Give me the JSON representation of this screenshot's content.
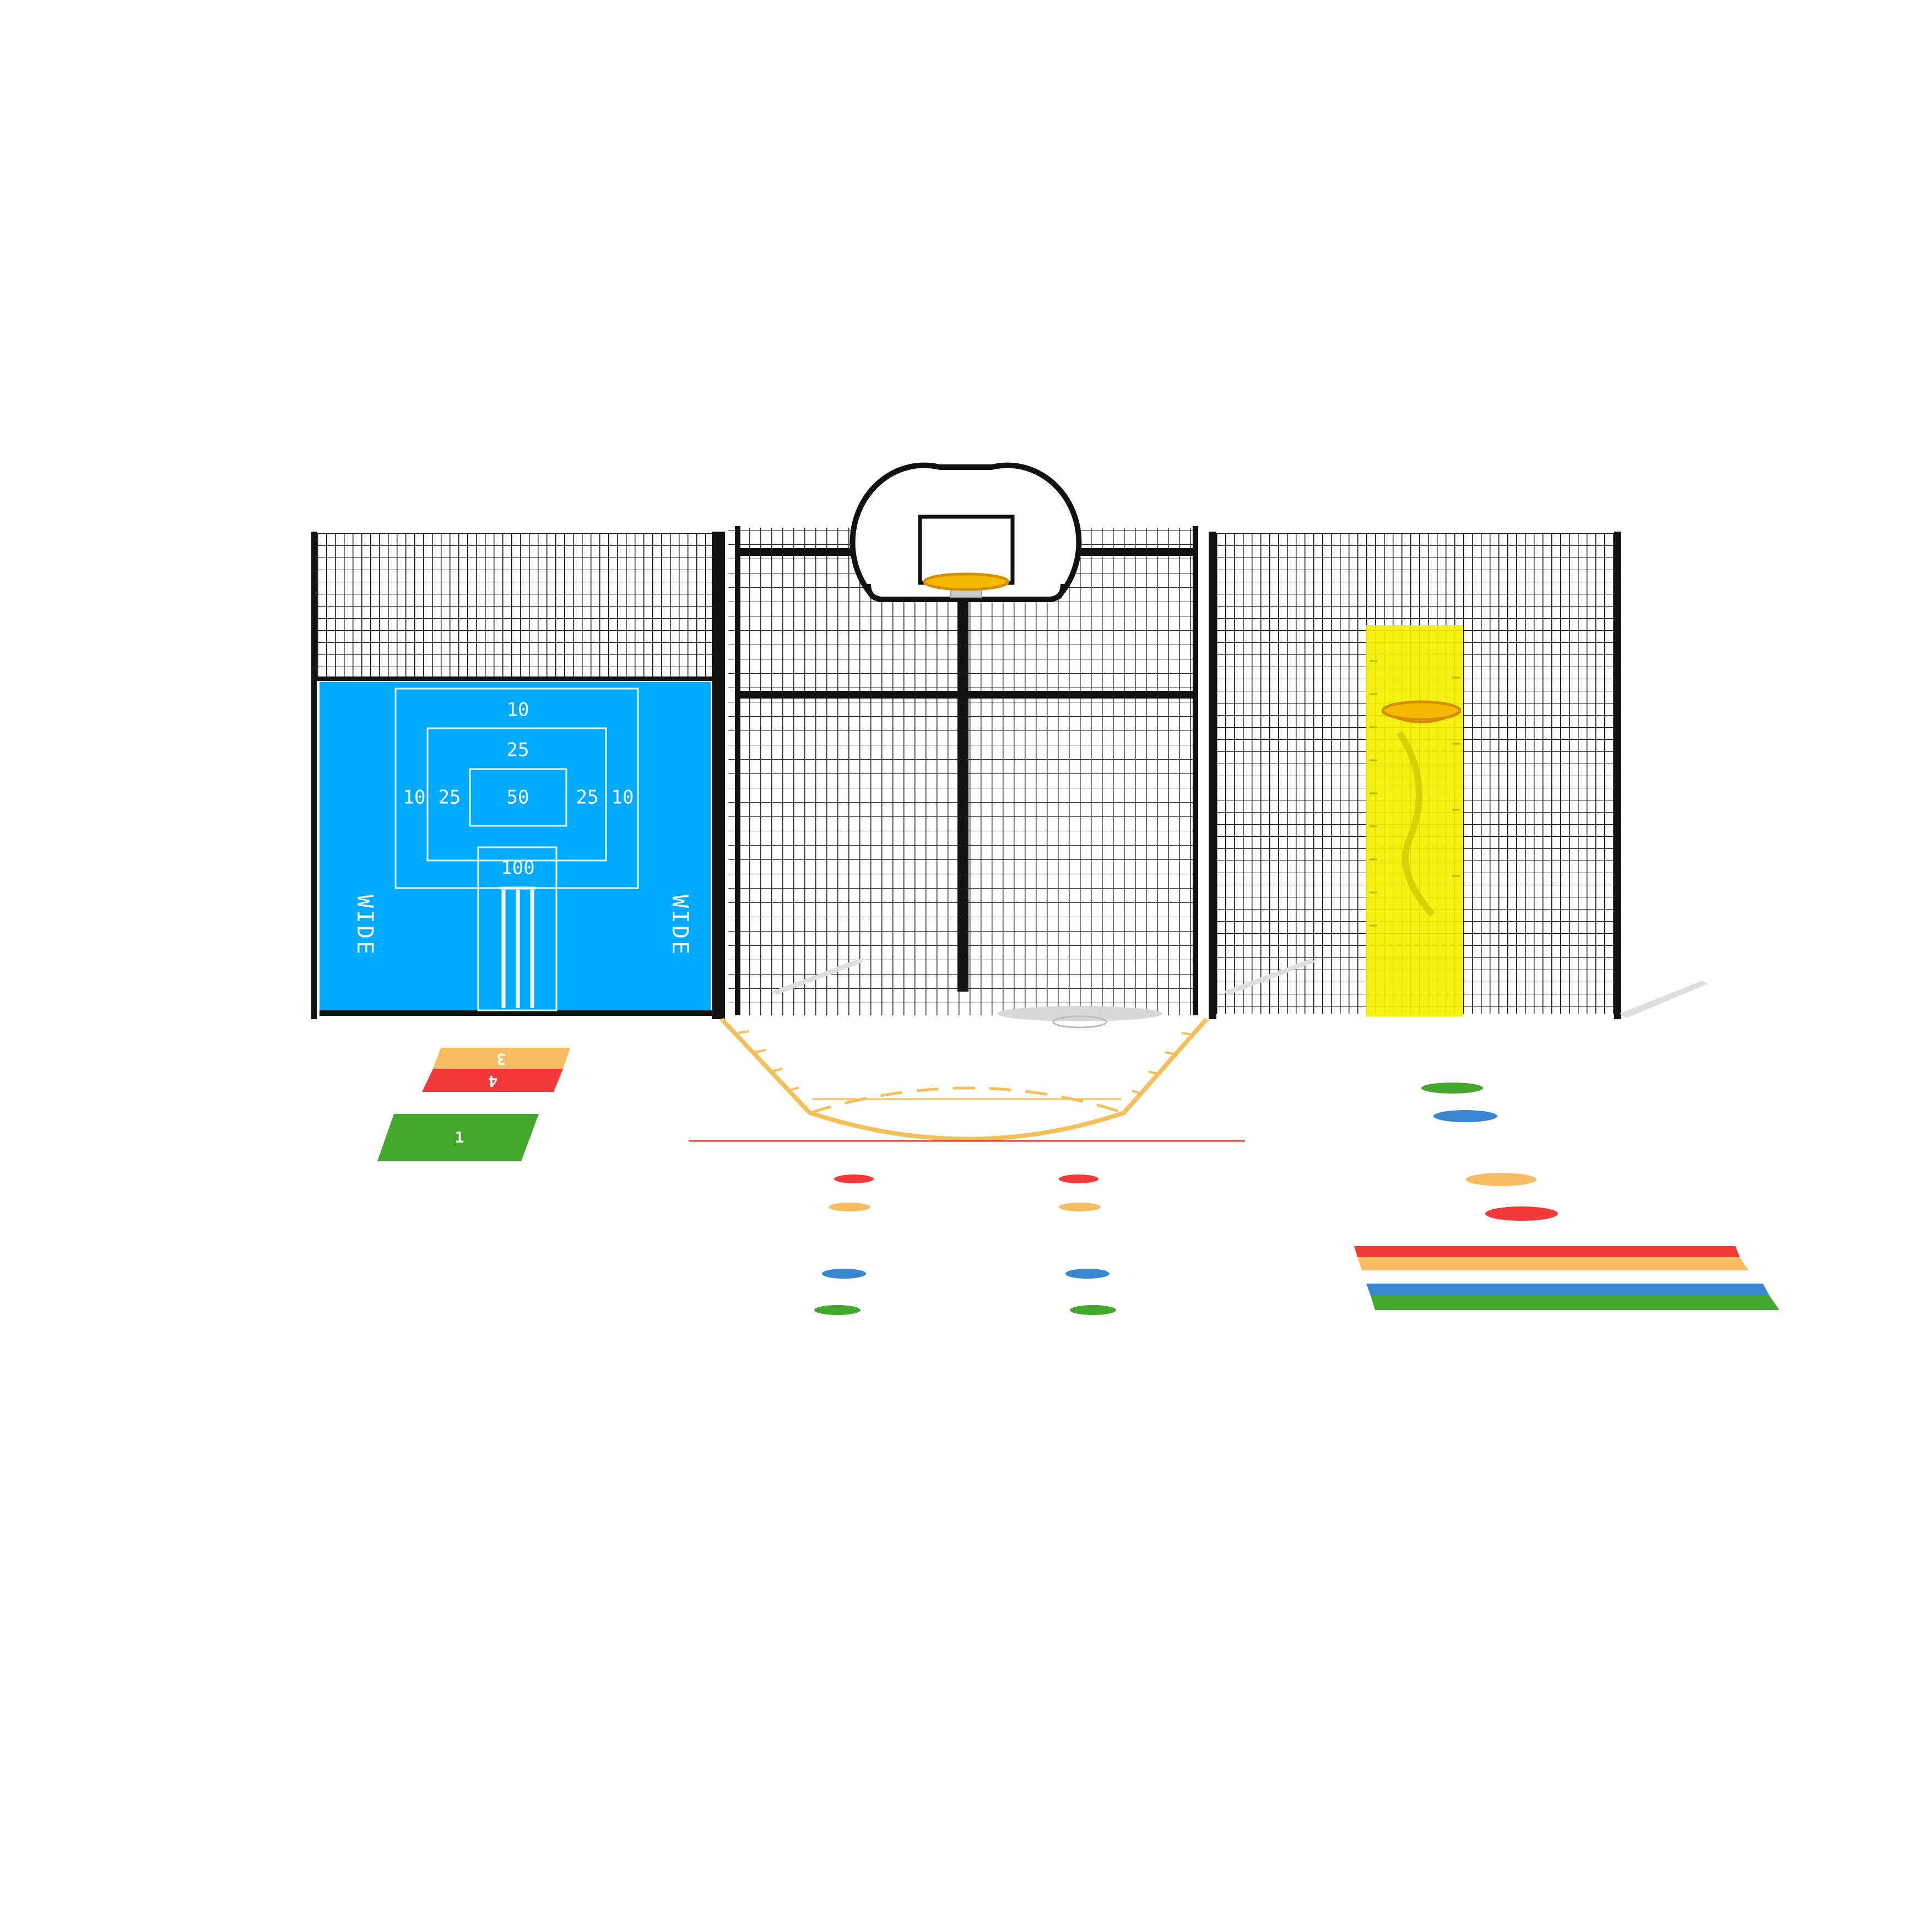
{
  "colors": {
    "background": "#ffffff",
    "fence": "#111111",
    "cricket_panel": "#00aaff",
    "panel_lines": "#e6f6ff",
    "target_yellow": "#f5f000",
    "hoop": "#f5b800",
    "court_line": "#f6bf59",
    "red": "#f23a3a",
    "orange": "#f8bd63",
    "blue": "#3a86d0",
    "green": "#44a82e",
    "red_line": "#e53b3b"
  },
  "cricket_target": {
    "outer_label": "10",
    "middle_label": "25",
    "center_label": "50",
    "left_outer": "10",
    "left_middle": "25",
    "right_middle": "25",
    "right_outer": "10",
    "stumps_label": "100",
    "wide_left": "WIDE",
    "wide_right": "WIDE"
  },
  "hopscotch": {
    "top_label": "3",
    "middle_label": "4",
    "bottom_label": "1"
  },
  "icons": {
    "basketball_hoop": "basketball-hoop-icon",
    "target_hoop": "target-hoop-icon",
    "stumps": "cricket-stumps-icon"
  }
}
